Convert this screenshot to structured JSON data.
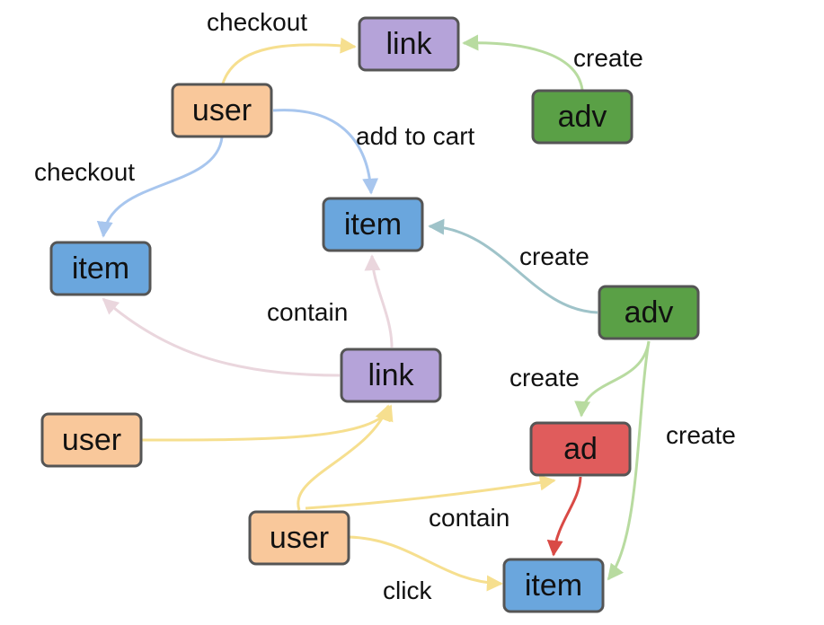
{
  "colors": {
    "user": "#f9c89b",
    "link": "#b5a3d9",
    "item": "#6aa6dd",
    "adv": "#5aa046",
    "ad": "#e05c5c",
    "border": "#555555",
    "edge_yellow": "#f6df8f",
    "edge_blue": "#a8c6ee",
    "edge_green": "#b8dba0",
    "edge_pink": "#ead6dd",
    "edge_teal": "#9fc3c9",
    "edge_red": "#d94a45"
  },
  "nodes": {
    "link_top": "link",
    "adv_top": "adv",
    "user_top": "user",
    "item_left": "item",
    "item_center": "item",
    "adv_right": "adv",
    "link_mid": "link",
    "user_left": "user",
    "ad_node": "ad",
    "user_bottom": "user",
    "item_bottom": "item"
  },
  "edges": {
    "user_checkout_link": "checkout",
    "adv_create_link": "create",
    "user_checkout_item": "checkout",
    "user_addtocart_item": "add to cart",
    "adv_create_item": "create",
    "link_contain_item": "contain",
    "adv_create_ad": "create",
    "adv_create_itembottom": "create",
    "user_contain_ad": "contain",
    "user_click_item": "click"
  }
}
